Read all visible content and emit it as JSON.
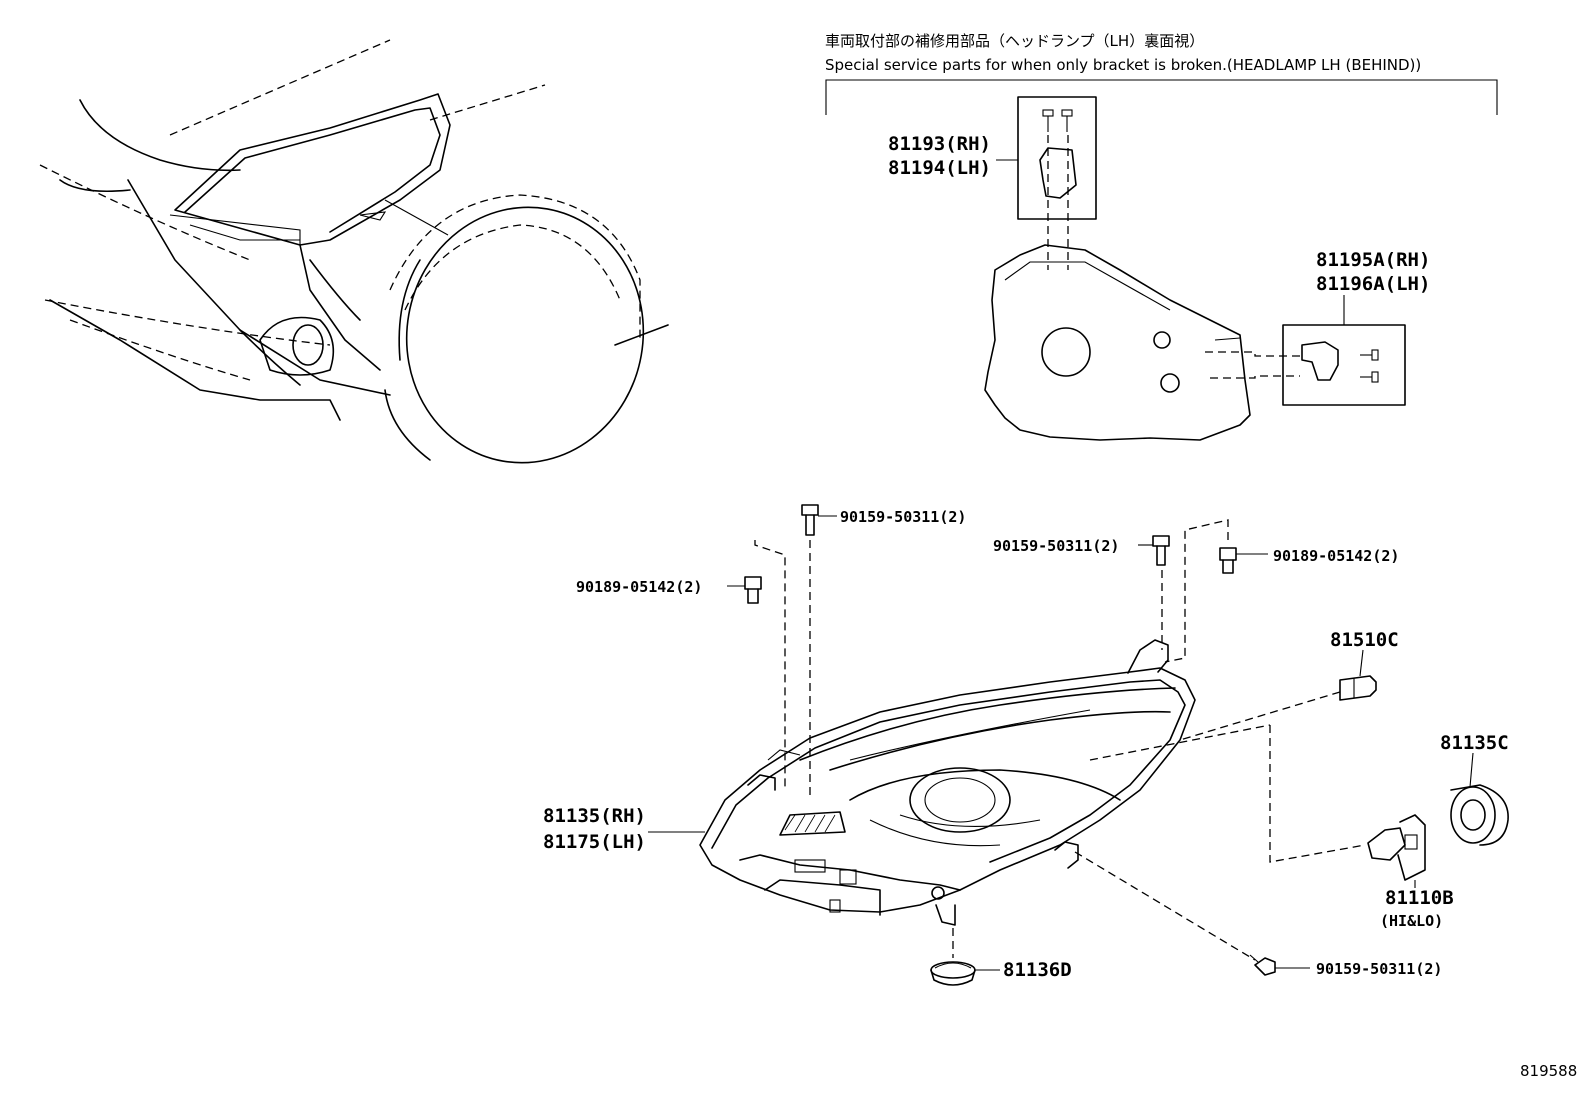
{
  "header": {
    "title_jp": "車両取付部の補修用部品（ヘッドランプ（LH）裏面視）",
    "title_en": "Special service parts for when only bracket is broken.(HEADLAMP LH (BEHIND))"
  },
  "labels": {
    "p81193": "81193(RH)",
    "p81194": "81194(LH)",
    "p81195A": "81195A(RH)",
    "p81196A": "81196A(LH)",
    "p90159_a": "90159-50311(2)",
    "p90159_b": "90159-50311(2)",
    "p90159_c": "90159-50311(2)",
    "p90189_a": "90189-05142(2)",
    "p90189_b": "90189-05142(2)",
    "p81510C": "81510C",
    "p81135C": "81135C",
    "p81135": "81135(RH)",
    "p81175": "81175(LH)",
    "p81110B": "81110B",
    "p81110B_note": "(HI&LO)",
    "p81136D": "81136D"
  },
  "footer": {
    "diagram_code": "819588"
  }
}
